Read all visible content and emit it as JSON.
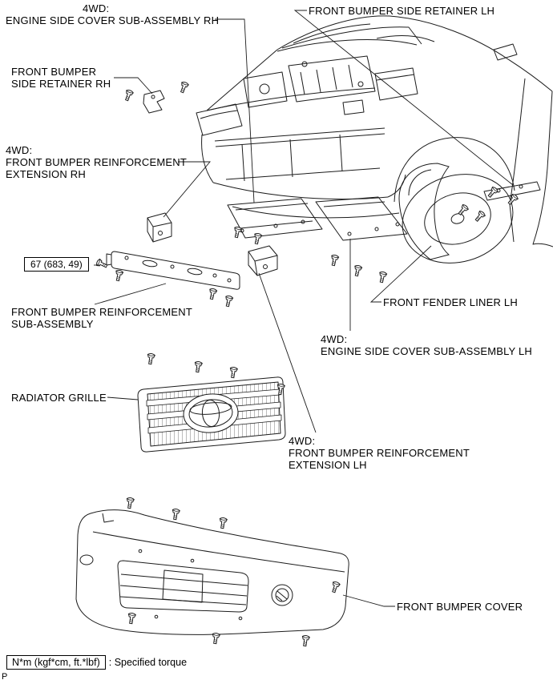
{
  "page": {
    "corner_mark": "P"
  },
  "torque_box": {
    "value": "67 (683, 49)"
  },
  "legend": {
    "symbol": "N*m (kgf*cm, ft.*lbf)",
    "description": ": Specified torque"
  },
  "icons": {
    "fastener": "bolt-icon"
  },
  "labels": {
    "engine_side_cover_rh": [
      "4WD:",
      "ENGINE SIDE COVER SUB-ASSEMBLY RH"
    ],
    "bumper_side_retainer_lh": [
      "FRONT BUMPER SIDE RETAINER LH"
    ],
    "bumper_side_retainer_rh": [
      "FRONT BUMPER",
      "SIDE RETAINER RH"
    ],
    "bumper_reinf_ext_rh": [
      "4WD:",
      "FRONT BUMPER REINFORCEMENT",
      "EXTENSION RH"
    ],
    "bumper_reinf_sub": [
      "FRONT BUMPER REINFORCEMENT",
      "SUB-ASSEMBLY"
    ],
    "fender_liner_lh": [
      "FRONT FENDER LINER LH"
    ],
    "engine_side_cover_lh": [
      "4WD:",
      "ENGINE SIDE COVER SUB-ASSEMBLY LH"
    ],
    "radiator_grille": [
      "RADIATOR GRILLE"
    ],
    "bumper_reinf_ext_lh": [
      "4WD:",
      "FRONT BUMPER REINFORCEMENT",
      "EXTENSION LH"
    ],
    "bumper_cover": [
      "FRONT BUMPER COVER"
    ]
  }
}
